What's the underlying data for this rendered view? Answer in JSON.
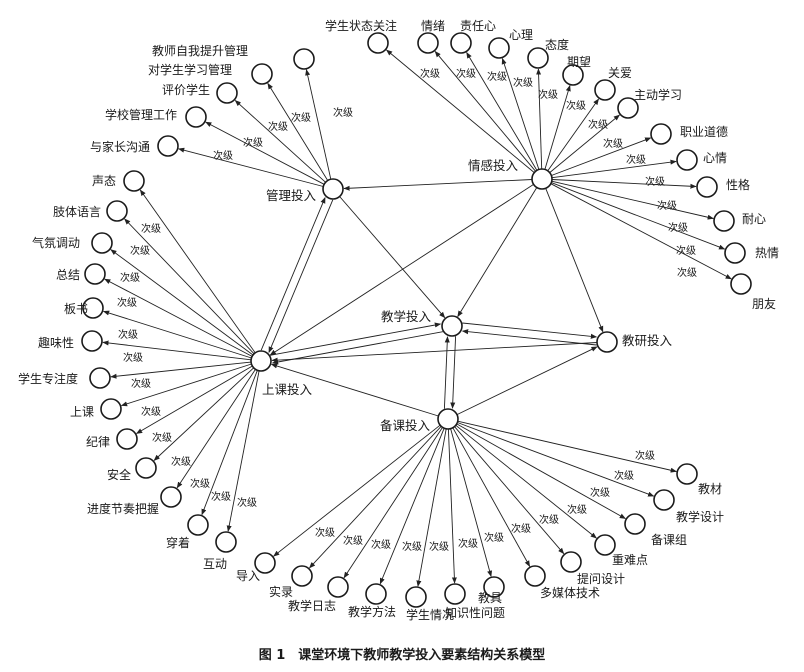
{
  "caption": "图 1　课堂环境下教师教学投入要素结构关系模型",
  "edge_label": "次级",
  "hubs": [
    {
      "id": "emotion",
      "label": "情感投入"
    },
    {
      "id": "management",
      "label": "管理投入"
    },
    {
      "id": "teaching",
      "label": "教学投入"
    },
    {
      "id": "lecture",
      "label": "上课投入"
    },
    {
      "id": "prep",
      "label": "备课投入"
    },
    {
      "id": "research",
      "label": "教研投入"
    }
  ],
  "leaves": {
    "emotion": [
      "学生状态关注",
      "情绪",
      "责任心",
      "心理",
      "态度",
      "期望",
      "关爱",
      "主动学习",
      "职业道德",
      "心情",
      "性格",
      "耐心",
      "热情",
      "朋友"
    ],
    "management": [
      "教师自我提升管理",
      "对学生学习管理",
      "评价学生",
      "学校管理工作",
      "与家长沟通"
    ],
    "lecture": [
      "声态",
      "肢体语言",
      "气氛调动",
      "总结",
      "板书",
      "趣味性",
      "学生专注度",
      "上课",
      "纪律",
      "安全",
      "进度节奏把握",
      "穿着",
      "互动"
    ],
    "prep": [
      "导入",
      "实录",
      "教学日志",
      "教学方法",
      "学生情况",
      "知识性问题",
      "教具",
      "多媒体技术",
      "提问设计",
      "重难点",
      "备课组",
      "教学设计",
      "教材"
    ]
  }
}
